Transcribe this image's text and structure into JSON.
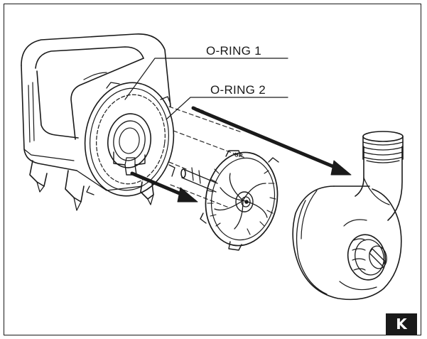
{
  "labels": {
    "oring1": "O-RING 1",
    "oring2": "O-RING 2",
    "impeller_mark": "UP",
    "figure_letter": "K"
  }
}
